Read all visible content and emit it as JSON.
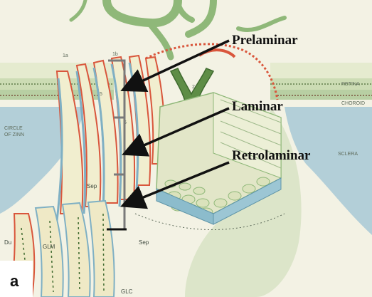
{
  "panel_label": "a",
  "annotations": {
    "prelaminar": "Prelaminar",
    "laminar": "Laminar",
    "retrolaminar": "Retrolaminar"
  },
  "small_labels": {
    "retina": "RETINA",
    "choroid": "CHOROID",
    "sclera": "SCLERA",
    "circle_of_zinn_line1": "CIRCLE",
    "circle_of_zinn_line2": "OF ZINN",
    "label_1a": "1a",
    "label_1b": "1b",
    "label_2": "2",
    "label_5": "5",
    "label_6": "6",
    "label_sep_left": "Sep",
    "label_sep_right": "Sep",
    "label_du": "Du",
    "label_glm": "GLM",
    "label_glc": "GLC"
  },
  "colors": {
    "background": "#f3f2e4",
    "sclera_blue": "#a8c8d2",
    "vessel_green": "#8fb879",
    "artery_red": "#d9563c",
    "bracket": "#7a7a7a",
    "arrow": "#111111"
  }
}
